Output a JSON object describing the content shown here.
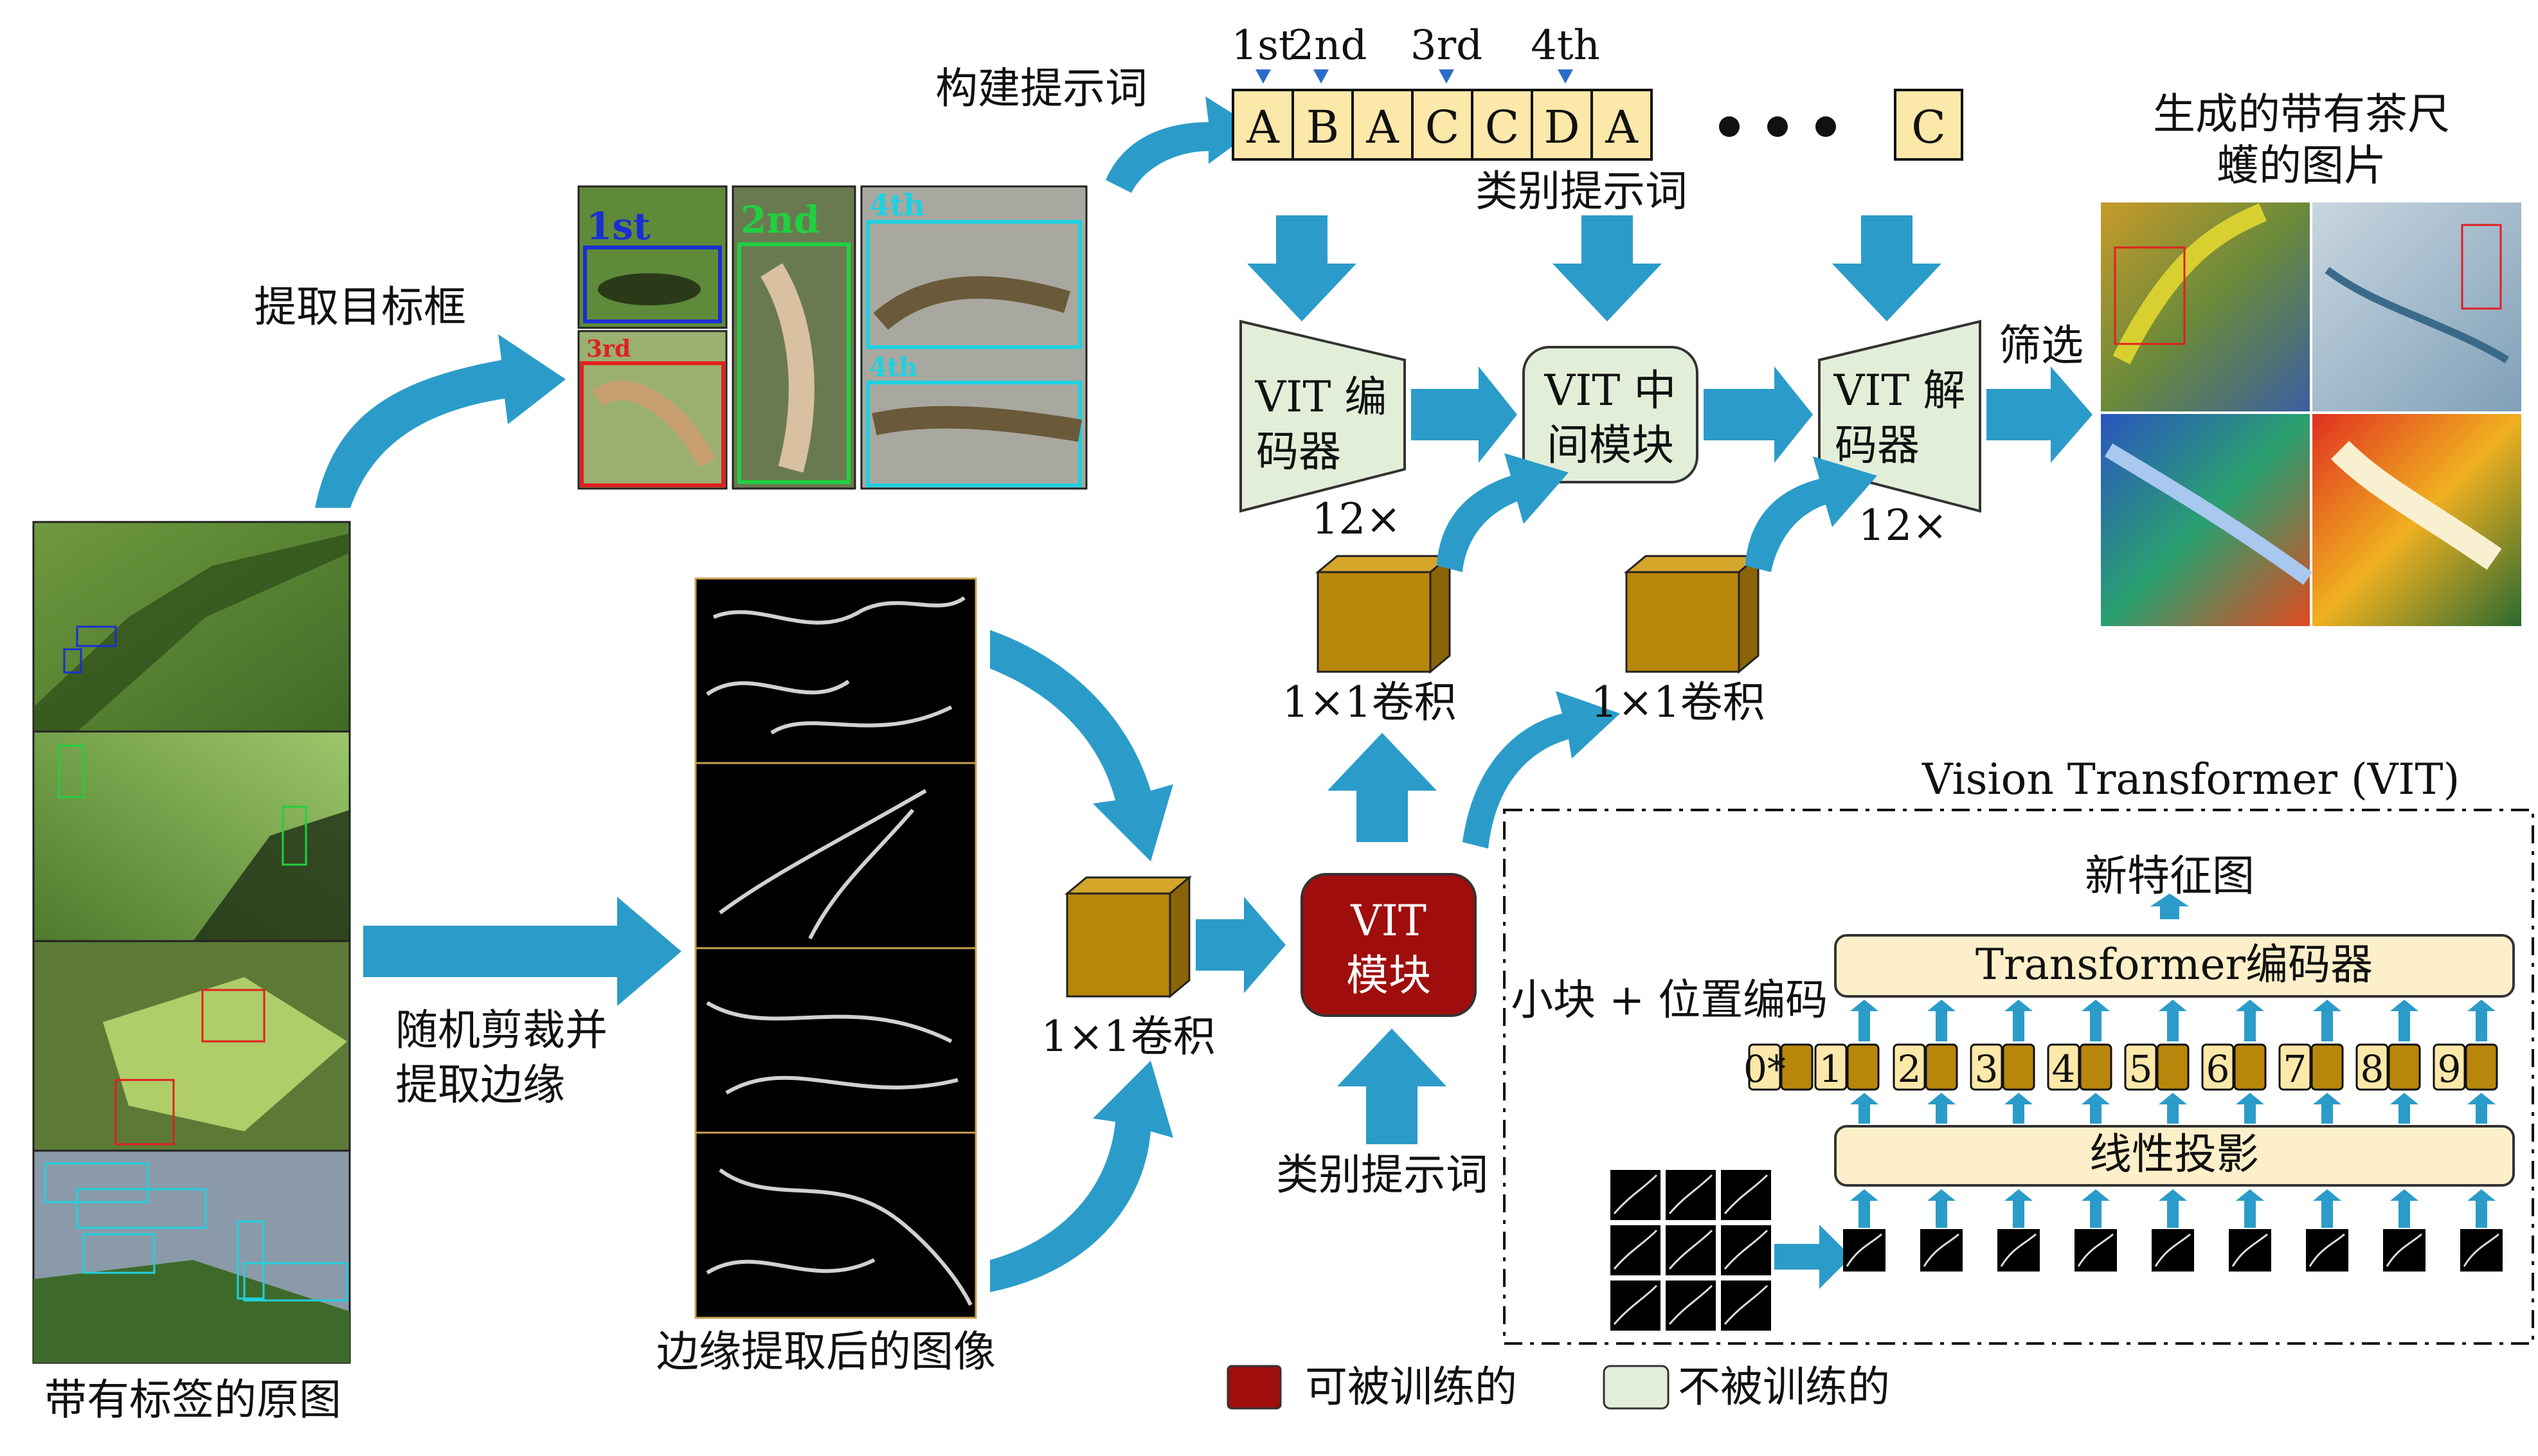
{
  "labels": {
    "original_image": "带有标签的原图",
    "extract_boxes": "提取目标框",
    "build_prompt": "构建提示词",
    "class_prompt_top": "类别提示词",
    "generated_title_line1": "生成的带有茶尺",
    "generated_title_line2": "蠖的图片",
    "filter": "筛选",
    "random_crop_line1": "随机剪裁并",
    "random_crop_line2": "提取边缘",
    "edge_images": "边缘提取后的图像",
    "conv_main": "1×1卷积",
    "conv_left": "1×1卷积",
    "conv_right": "1×1卷积",
    "class_prompt_bottom": "类别提示词",
    "vit_encoder_line1": "VIT 编",
    "vit_encoder_line2": "码器",
    "vit_middle_line1": "VIT 中",
    "vit_middle_line2": "间模块",
    "vit_decoder_line1": "VIT 解",
    "vit_decoder_line2": "码器",
    "vit_module_line1": "VIT",
    "vit_module_line2": "模块",
    "repeat_left": "12×",
    "repeat_right": "12×",
    "vit_title": "Vision Transformer (VIT)",
    "new_feature_map": "新特征图",
    "transformer_encoder": "Transformer编码器",
    "patch_pos": "小块 + 位置编码",
    "linear_projection": "线性投影",
    "legend_trainable": "可被训练的",
    "legend_frozen": "不被训练的"
  },
  "crop_tags": [
    "1st",
    "2nd",
    "3rd",
    "4th",
    "4th"
  ],
  "order_tags": [
    "1st",
    "2nd",
    "3rd",
    "4th"
  ],
  "prompt_tokens": [
    "A",
    "B",
    "A",
    "C",
    "C",
    "D",
    "A"
  ],
  "prompt_last_token": "C",
  "patch_tokens": [
    "0*",
    "1",
    "2",
    "3",
    "4",
    "5",
    "6",
    "7",
    "8",
    "9"
  ],
  "colors": {
    "arrow_blue": "#2B9CC9",
    "token_fill": "#FCE8A8",
    "cube_front": "#B8860B",
    "trainable": "#A00D0D",
    "frozen": "#E3EED9",
    "encoder_bar": "#FCEFC9"
  }
}
